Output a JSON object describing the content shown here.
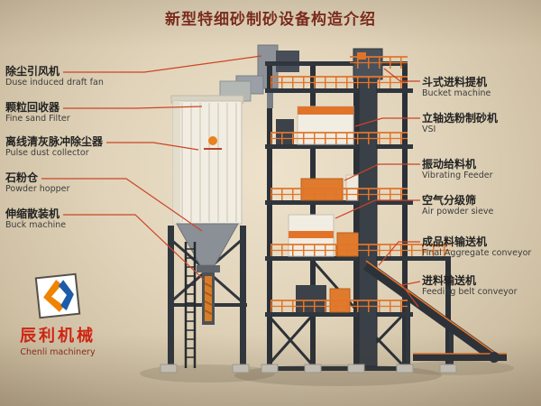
{
  "title": "新型特细砂制砂设备构造介绍",
  "labels": {
    "left": [
      {
        "zh": "除尘引风机",
        "en": "Duse induced draft fan"
      },
      {
        "zh": "颗粒回收器",
        "en": "Fine sand Filter"
      },
      {
        "zh": "离线清灰脉冲除尘器",
        "en": "Pulse dust collector"
      },
      {
        "zh": "石粉仓",
        "en": "Powder hopper"
      },
      {
        "zh": "伸缩散装机",
        "en": "Buck machine"
      }
    ],
    "right": [
      {
        "zh": "斗式进料提机",
        "en": "Bucket machine"
      },
      {
        "zh": "立轴选粉制砂机",
        "en": "VSI"
      },
      {
        "zh": "振动给料机",
        "en": "Vibrating Feeder"
      },
      {
        "zh": "空气分级筛",
        "en": "Air powder sieve"
      },
      {
        "zh": "成品料输送机",
        "en": "Final Aggregate conveyor"
      },
      {
        "zh": "进料输送机",
        "en": "Feeding belt conveyor"
      }
    ]
  },
  "logo": {
    "zh": "辰利机械",
    "en": "Chenli machinery"
  },
  "colors": {
    "background": "#e0d3b9",
    "title_text": "#7d2a1a",
    "leader_line": "#cc4526",
    "accent_orange": "#e2742a",
    "steel_dark": "#2f343b",
    "equipment_white": "#f1ede2",
    "logo_red": "#cf2413",
    "logo_orange": "#f08300",
    "logo_blue": "#1c5ca8"
  }
}
